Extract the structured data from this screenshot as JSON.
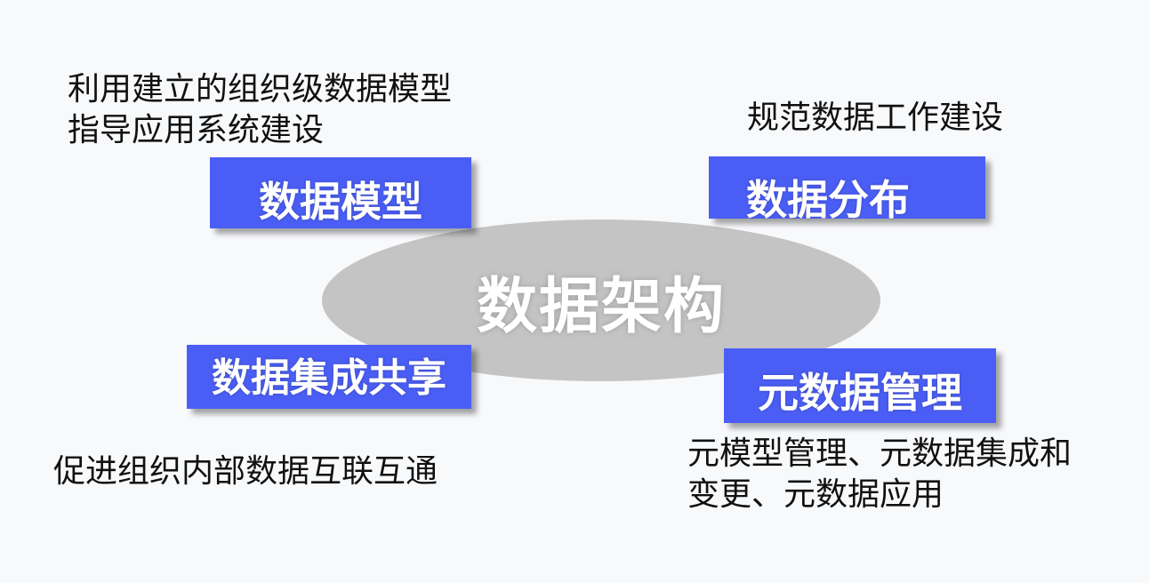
{
  "diagram": {
    "center": {
      "label": "数据架构"
    },
    "nodes": {
      "data_model": {
        "label": "数据模型",
        "description": [
          "利用建立的组织级数据模型",
          "指导应用系统建设"
        ]
      },
      "data_distribution": {
        "label": "数据分布",
        "description": [
          "规范数据工作建设"
        ]
      },
      "data_integration": {
        "label": "数据集成共享",
        "description": [
          "促进组织内部数据互联互通"
        ]
      },
      "metadata_management": {
        "label": "元数据管理",
        "description": [
          "元模型管理、元数据集成和",
          "变更、元数据应用"
        ]
      }
    }
  },
  "colors": {
    "box_fill": "#4a5ef5",
    "ellipse_fill": "#c4c4c4",
    "background": "#f8f9fb",
    "text": "#111111"
  }
}
